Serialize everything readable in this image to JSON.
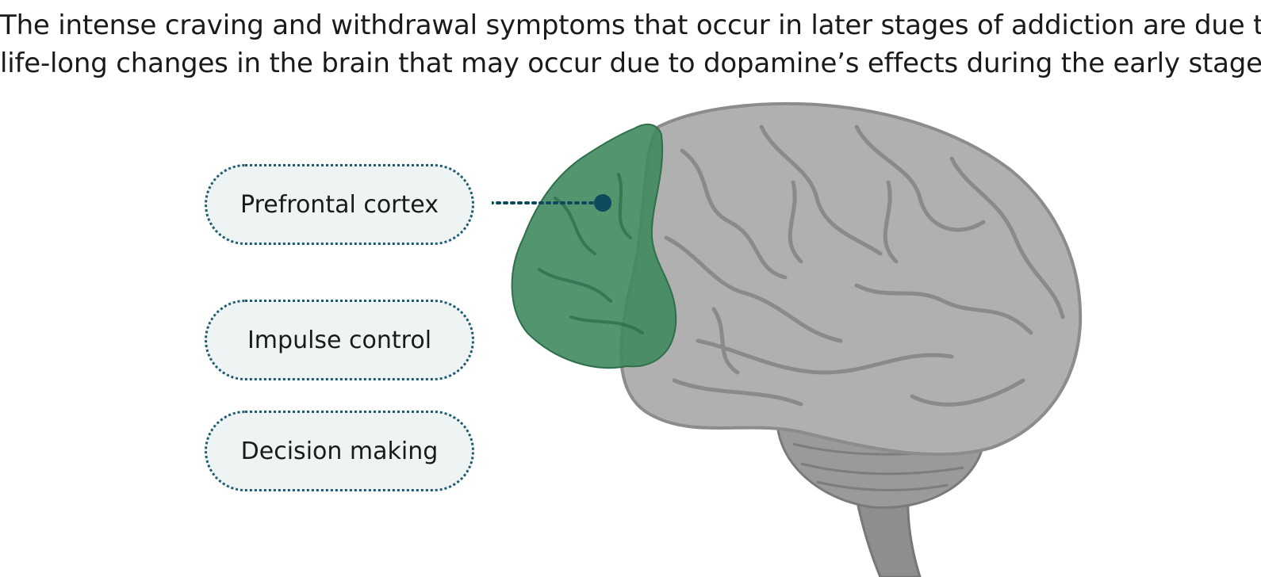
{
  "caption": {
    "line1": "The intense craving and withdrawal symptoms that occur in later stages of addiction are due to",
    "line2": "life-long changes in the brain that may occur due to dopamine’s effects during the early stages."
  },
  "labels": [
    {
      "text": "Prefrontal cortex"
    },
    {
      "text": "Impulse control"
    },
    {
      "text": "Decision making"
    }
  ],
  "colors": {
    "highlight_region": "#3f8a5f",
    "brain_gray": "#a9a9a9",
    "pill_border": "#1f5a6e",
    "pill_fill": "#eef4f4",
    "marker": "#0d4a5e"
  },
  "icons": {
    "brain": "brain-illustration",
    "marker": "dot-marker"
  }
}
